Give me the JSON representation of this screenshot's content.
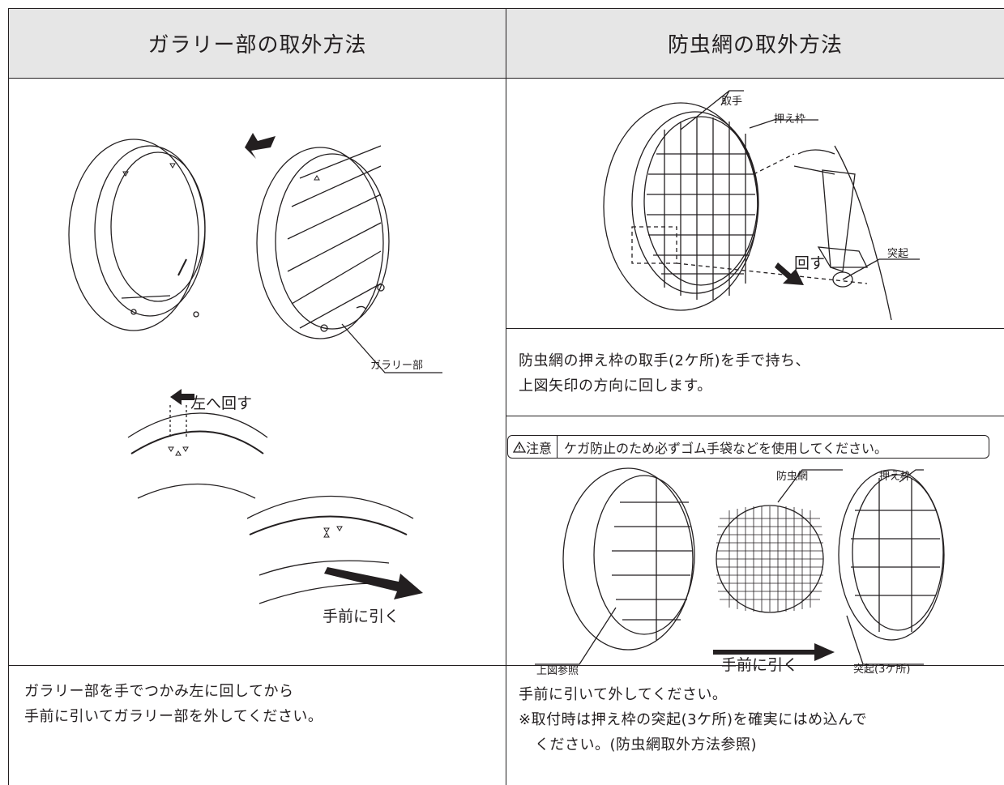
{
  "left": {
    "header": "ガラリー部の取外方法",
    "label_garari": "ガラリー部",
    "label_rotate_left": "左へ回す",
    "label_pull": "手前に引く",
    "instructions": [
      "ガラリー部を手でつかみ左に回してから",
      "手前に引いてガラリー部を外してください。"
    ]
  },
  "right": {
    "header": "防虫網の取外方法",
    "fig1": {
      "handle": "取手",
      "frame": "押え枠",
      "rotate": "回す",
      "protrusion": "突起"
    },
    "step1": [
      "防虫網の押え枠の取手(2ケ所)を手で持ち、",
      "上図矢印の方向に回します。"
    ],
    "caution_tag": "注意",
    "caution_text": "ケガ防止のため必ずゴム手袋などを使用してください。",
    "fig2": {
      "net": "防虫網",
      "frame": "押え枠",
      "see_above": "上図参照",
      "pull": "手前に引く",
      "protrusion3": "突起(3ケ所)"
    },
    "step2": [
      "手前に引いて外してください。",
      "※取付時は押え枠の突起(3ケ所)を確実にはめ込んで",
      "ください。(防虫網取外方法参照)"
    ]
  }
}
